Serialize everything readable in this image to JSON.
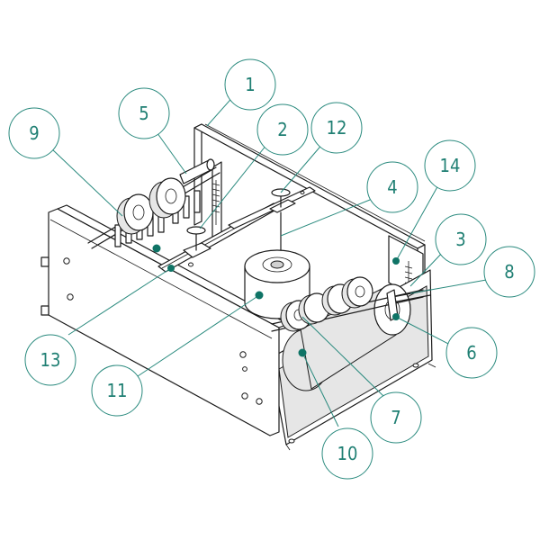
{
  "callouts": [
    {
      "label": "1"
    },
    {
      "label": "2"
    },
    {
      "label": "12"
    },
    {
      "label": "5"
    },
    {
      "label": "9"
    },
    {
      "label": "4"
    },
    {
      "label": "14"
    },
    {
      "label": "3"
    },
    {
      "label": "8"
    },
    {
      "label": "6"
    },
    {
      "label": "13"
    },
    {
      "label": "11"
    },
    {
      "label": "7"
    },
    {
      "label": "10"
    }
  ],
  "colors": {
    "accent": "#2a8a7e",
    "marker": "#0f7466",
    "outline": "#1a1a1a"
  }
}
